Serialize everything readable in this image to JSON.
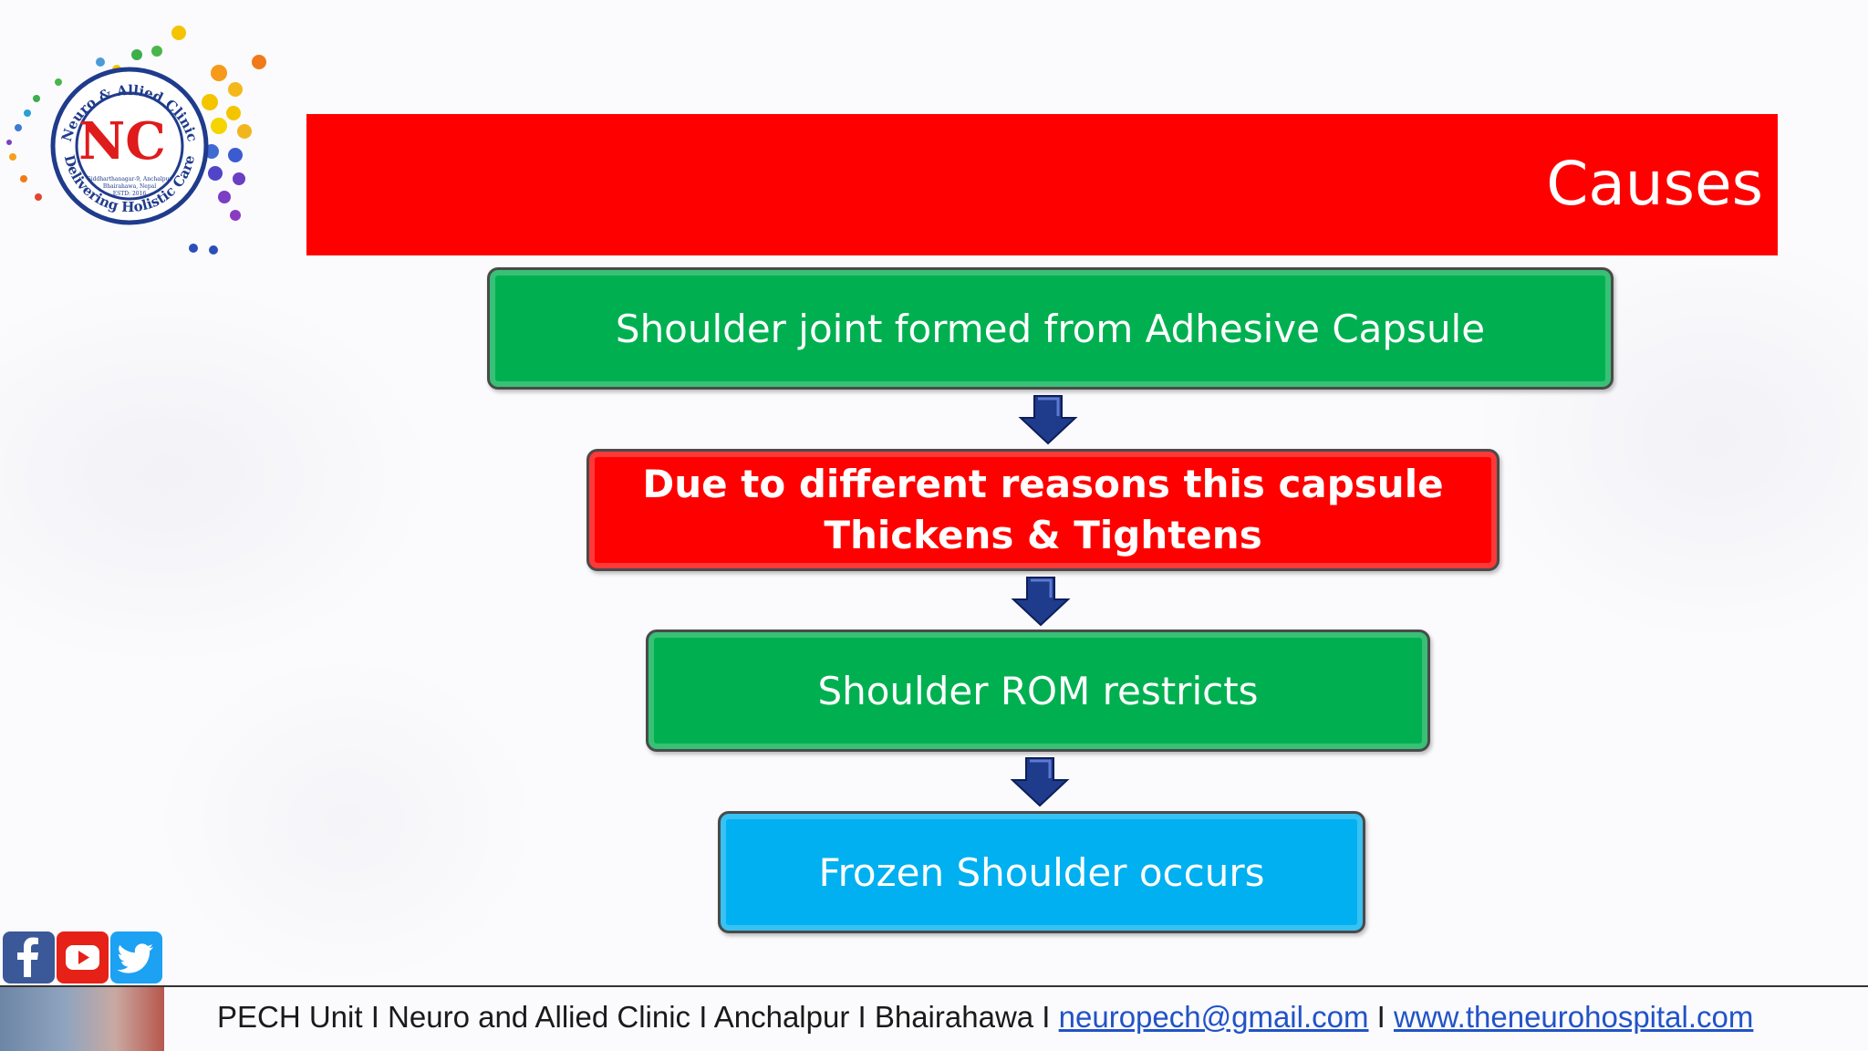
{
  "slide": {
    "title": "Causes"
  },
  "logo": {
    "initials": "NC",
    "arc_top": "Neuro & Allied Clinic",
    "arc_bottom": "Delivering Holistic Care",
    "address_line1": "Siddharthanagar-9, Anchalpur",
    "address_line2": "Bhairahawa, Nepal",
    "established": "ESTD: 2016"
  },
  "flow": {
    "step1": "Shoulder joint formed from Adhesive Capsule",
    "step2_line1": "Due to different reasons this capsule",
    "step2_line2": "Thickens & Tightens",
    "step3": "Shoulder ROM restricts",
    "step4": "Frozen Shoulder occurs"
  },
  "footer": {
    "text": "PECH Unit I Neuro and Allied Clinic I Anchalpur I Bhairahawa I ",
    "email": "neuropech@gmail.com",
    "separator": " I ",
    "website": "www.theneurohospital.com"
  },
  "icons": [
    "facebook-icon",
    "youtube-icon",
    "twitter-icon",
    "down-arrow-icon"
  ],
  "colors": {
    "title_bar": "#ff0000",
    "green_box": "#00b050",
    "red_box": "#ff0000",
    "blue_box": "#00b0f0",
    "arrow": "#1f3b8c",
    "link": "#2153c8"
  }
}
